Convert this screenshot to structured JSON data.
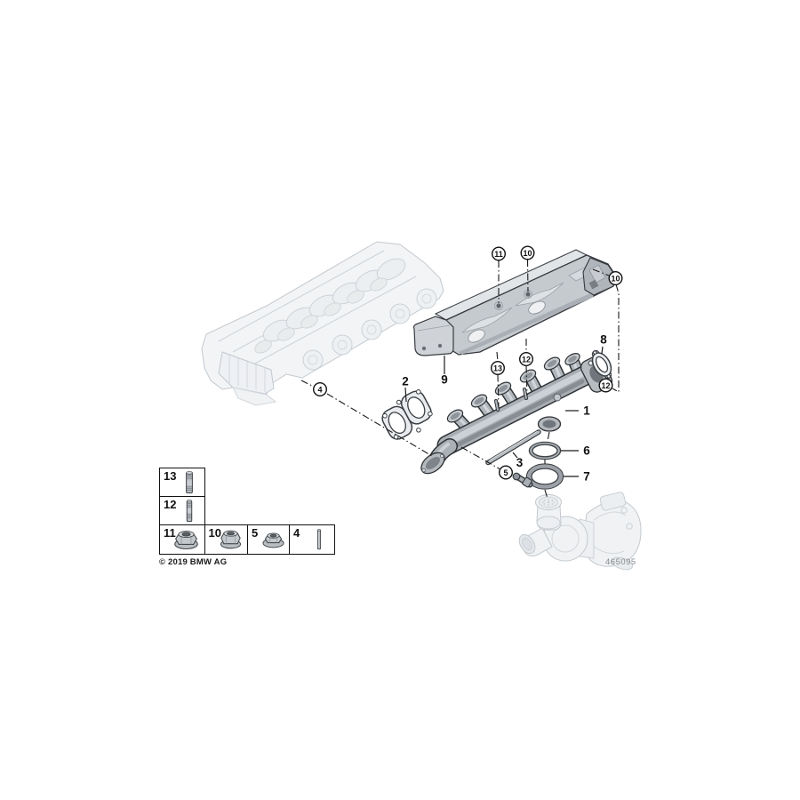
{
  "figure": {
    "copyright": "© 2019 BMW AG",
    "drawing_number": "465095"
  },
  "callouts": {
    "circled": {
      "c4": "4",
      "c5": "5",
      "c10a": "10",
      "c10b": "10",
      "c11": "11",
      "c12a": "12",
      "c12b": "12",
      "c13": "13"
    },
    "plain": {
      "p1": "1",
      "p2": "2",
      "p3": "3",
      "p6": "6",
      "p7": "7",
      "p8": "8",
      "p9": "9"
    }
  },
  "legend": {
    "items": [
      {
        "number": "13",
        "icon": "stud-long-icon"
      },
      {
        "number": "12",
        "icon": "stud-icon"
      },
      {
        "number": "11",
        "icon": "flange-nut-icon"
      },
      {
        "number": "10",
        "icon": "flange-nut-icon"
      },
      {
        "number": "5",
        "icon": "flange-nut-small-icon"
      },
      {
        "number": "4",
        "icon": "pin-icon"
      }
    ]
  },
  "colors": {
    "background": "#ffffff",
    "line": "#1a1a1a",
    "part_gray": "#aab0b5",
    "ghost_gray": "#c9ced4",
    "drawing_number_gray": "#85898e"
  }
}
